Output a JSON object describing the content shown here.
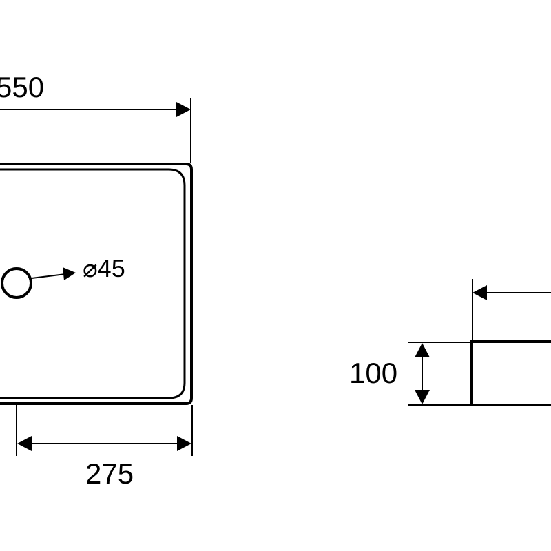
{
  "drawing": {
    "top_view": {
      "width_label": "550",
      "half_width_label": "275",
      "drain_label": "⌀45"
    },
    "side_view": {
      "height_label": "100"
    },
    "colors": {
      "line": "#000000",
      "background": "#ffffff"
    }
  }
}
